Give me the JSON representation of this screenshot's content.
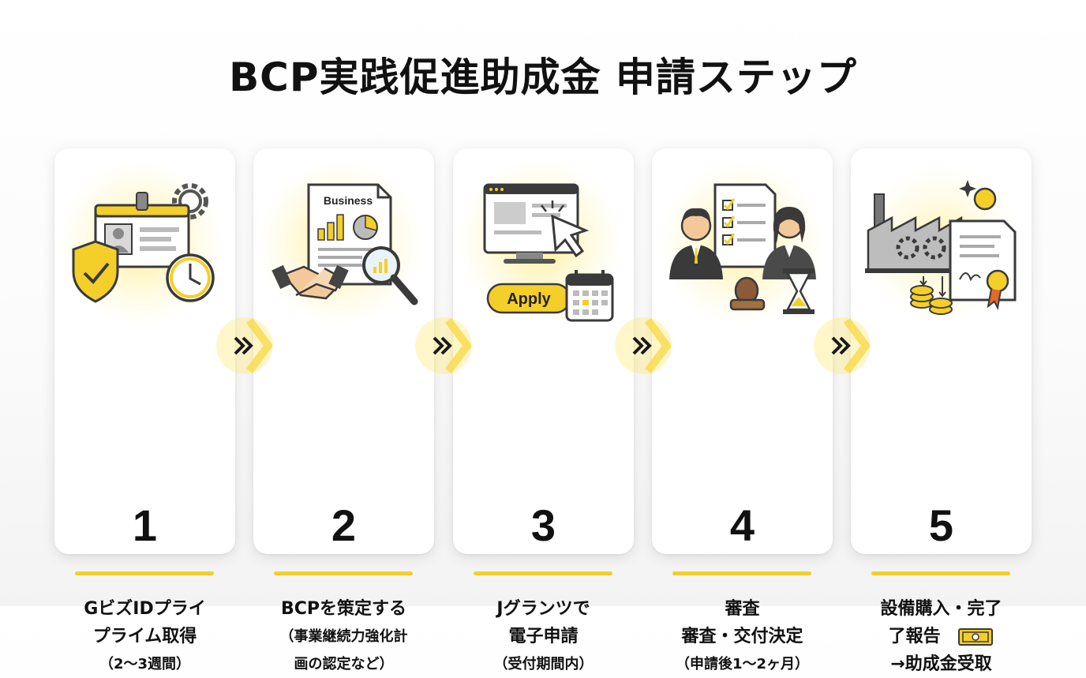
{
  "title": "BCP実践促進助成金 申請ステップ",
  "colors": {
    "accent": "#f4cf2a",
    "text": "#111111",
    "card": "#ffffff",
    "illustration_dark": "#3a3a3a"
  },
  "steps": [
    {
      "number": "1",
      "lines": [
        "GビズIDプライ",
        "プライム取得"
      ],
      "note": "（2〜3週間）",
      "icons": [
        "id-card-icon",
        "shield-check-icon",
        "clock-icon",
        "gear-icon"
      ]
    },
    {
      "number": "2",
      "lines": [
        "BCPを策定する"
      ],
      "note_lines": [
        "（事業継続力強化計",
        "画の認定など）"
      ],
      "document_label": "Business",
      "icons": [
        "business-document-icon",
        "handshake-icon",
        "magnifier-icon"
      ]
    },
    {
      "number": "3",
      "lines": [
        "Jグランツで",
        "電子申請"
      ],
      "note": "（受付期間内）",
      "apply_label": "Apply",
      "icons": [
        "monitor-icon",
        "cursor-icon",
        "apply-button-icon",
        "calendar-icon"
      ]
    },
    {
      "number": "4",
      "lines": [
        "審査",
        "審査・交付決定"
      ],
      "note": "（申請後1〜2ヶ月）",
      "icons": [
        "checklist-icon",
        "businessman-icon",
        "businesswoman-icon",
        "stamp-icon",
        "hourglass-icon"
      ]
    },
    {
      "number": "5",
      "lines": [
        "設備購入・完了",
        "了報告",
        "→助成金受取"
      ],
      "icons": [
        "factory-icon",
        "certificate-icon",
        "coins-icon",
        "money-bill-icon"
      ]
    }
  ]
}
